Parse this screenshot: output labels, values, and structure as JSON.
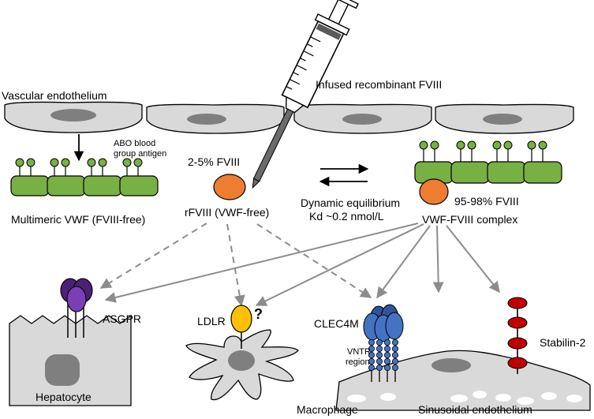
{
  "labels": {
    "vascular_endothelium": "Vascular endothelium",
    "infused_fviii": "Infused recombinant FVIII",
    "abo_line1": "ABO blood",
    "abo_line2": "group antigen",
    "fviii_free_pct": "2-5% FVIII",
    "fviii_bound_pct": "95-98% FVIII",
    "multimeric_vwf": "Multimeric VWF (FVIII-free)",
    "rfviii_free": "rFVIII (VWF-free)",
    "dynamic_eq": "Dynamic equilibrium",
    "kd": "Kd ~0.2 nmol/L",
    "vwf_fviii_complex": "VWF-FVIII complex",
    "asgpr": "ASGPR",
    "hepatocyte": "Hepatocyte",
    "ldlr": "LDLR",
    "question": "?",
    "macrophage": "Macrophage",
    "clec4m": "CLEC4M",
    "vntr_line1": "VNTR",
    "vntr_line2": "region",
    "stabilin2": "Stabilin-2",
    "sinusoidal": "Sinusoidal endothelium"
  },
  "colors": {
    "cell_fill": "#d9d9d9",
    "nucleus": "#7f7f7f",
    "vwf_green": "#77b043",
    "fviii_orange": "#ed7d31",
    "asgpr_purple": "#5b2d8e",
    "ldlr_yellow": "#ffc000",
    "clec4m_blue": "#4472c4",
    "stabilin_red": "#c00000",
    "arrow_gray": "#8c8c8c"
  }
}
